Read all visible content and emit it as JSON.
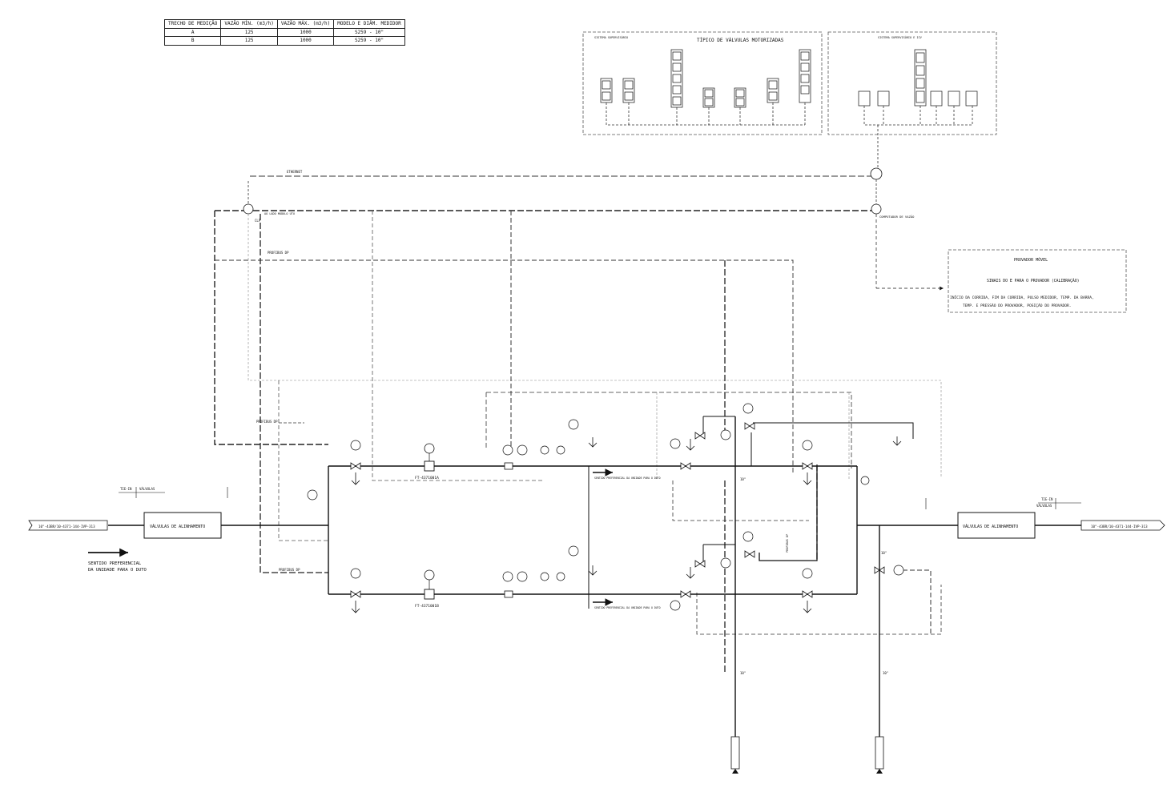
{
  "table": {
    "headers": [
      "TRECHO DE MEDIÇÃO",
      "VAZÃO MÍN. (m3/h)",
      "VAZÃO MÁX. (m3/h)",
      "MODELO E DIÂM. MEDIDOR"
    ],
    "rows": [
      [
        "A",
        "125",
        "1000",
        "S259 - 10\""
      ],
      [
        "B",
        "125",
        "1000",
        "S259 - 10\""
      ]
    ]
  },
  "labels": {
    "tipico_title": "TÍPICO DE VÁLVULAS MOTORIZADAS",
    "sistema_left": "SISTEMA SUPERVISÓRIO",
    "sistema_right": "SISTEMA SUPERVISÓRIO E ICV",
    "ethernet": "ETHERNET",
    "profibus_dp_top": "PROFIBUS DP",
    "profibus_dp_mid": "PROFIBUS DP",
    "profibus_dp_left": "PROFIBUS DP",
    "profibus_dp_bottom": "PROFIBUS DP",
    "clp_label": "CLP",
    "clp_module": "AO LADO MODULO UTU",
    "computador_vazao": "COMPUTADOR DE VAZÃO",
    "provador_title": "PROVADOR MÓVEL",
    "provador_sub": "SINAIS DO E PARA O PROVADOR (CALIBRAÇÃO)",
    "provador_desc1": "INÍCIO DA CORRIDA, FIM DA CORRIDA, PULSO MEDIDOR, TEMP. DA BARRA,",
    "provador_desc2": "TEMP. E PRESSÃO DO PROVADOR, POSIÇÃO DO PROVADOR.",
    "valvulas_left": "VÁLVULAS DE ALINHAMENTO",
    "valvulas_right": "VÁLVULAS DE ALINHAMENTO",
    "tag_left": "10\"-43BR/10-4371-144-IVP-313",
    "tag_right": "10\"-43BR/10-4371-144-IVP-313",
    "sentido1": "SENTIDO PREFERENCIAL",
    "sentido2": "DA UNIDADE PARA O DUTO",
    "ft_a": "FT-4371001A",
    "ft_b": "FT-4371001B",
    "sentido_small_a": "SENTIDO PREFERENCIAL DA UNIDADE PARA O DUTO",
    "sentido_small_b": "SENTIDO PREFERENCIAL DA UNIDADE PARA O DUTO",
    "tie_in_left": "TIE-IN",
    "valvulas_sp_left": "VÁLVULAS",
    "tie_in_right": "TIE-IN",
    "valvulas_sp_right": "VÁLVULAS",
    "size_10": "10\"",
    "size_10b": "10\"",
    "size_10c": "10\"",
    "size_10d": "10\""
  },
  "colors": {
    "line": "#111111",
    "dash": "#333333",
    "light": "#888888",
    "background": "#ffffff"
  }
}
